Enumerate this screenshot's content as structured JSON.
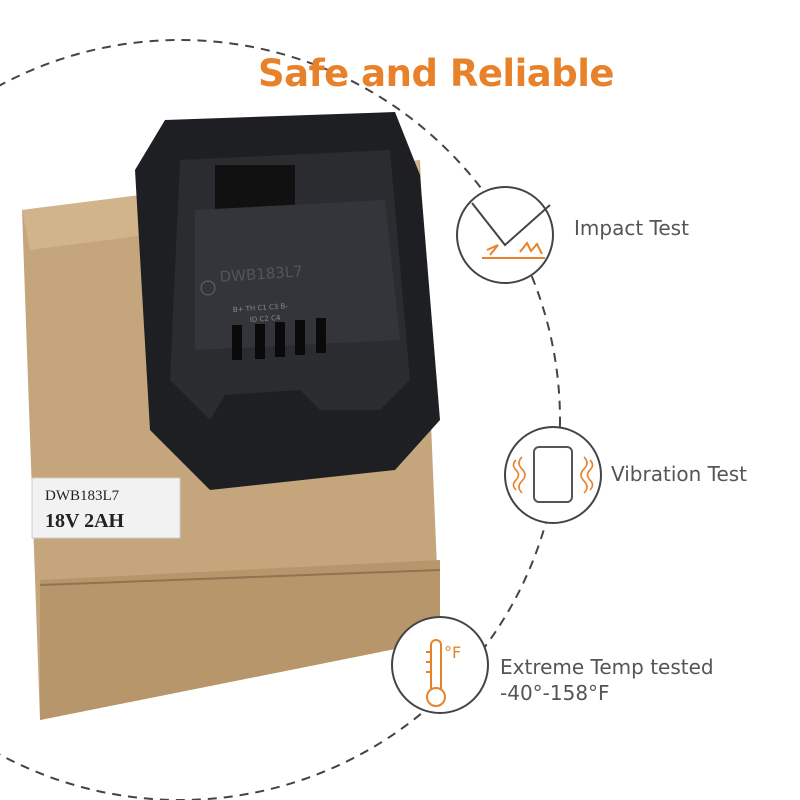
{
  "title": "Safe and Reliable",
  "accent_color": "#e8822a",
  "features": [
    {
      "label": "Impact Test",
      "icon": "impact-icon"
    },
    {
      "label": "Vibration Test",
      "icon": "vibration-icon"
    },
    {
      "label": "Extreme Temp tested",
      "sublabel": "-40°-158°F",
      "icon": "thermometer-icon"
    }
  ],
  "product": {
    "battery_model": "DWB183L7",
    "pin_labels_top": "B+ TH C1 C3 B-",
    "pin_labels_bottom": "ID C2 C4",
    "box_label_model": "DWB183L7",
    "box_label_spec": "18V 2AH"
  }
}
